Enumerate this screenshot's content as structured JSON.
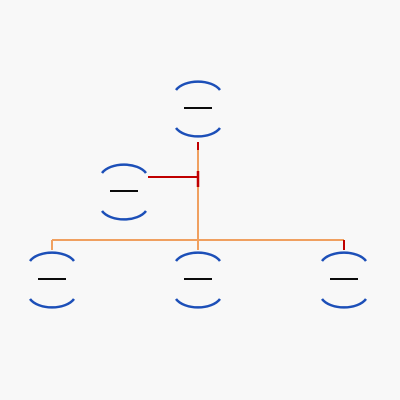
{
  "colors": {
    "background": "#f8f8f8",
    "node_arc": "#1c4fb8",
    "node_dash": "#0b0b0b",
    "link_primary": "#f0a060",
    "link_assistant": "#c00000"
  },
  "nodes": [
    {
      "id": "manager"
    },
    {
      "id": "assistant"
    },
    {
      "id": "subordinate-left"
    },
    {
      "id": "subordinate-middle"
    },
    {
      "id": "subordinate-right"
    }
  ]
}
